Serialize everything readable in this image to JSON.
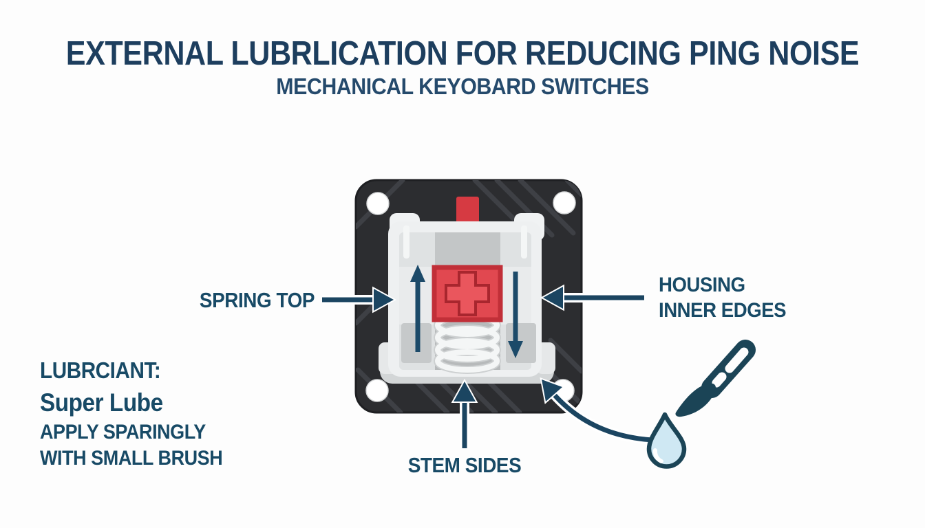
{
  "header": {
    "title": "EXTERNAL LUBRLICATION FOR REDUCING PING NOISE",
    "subtitle": "MECHANICAL KEYOBARD SWITCHES"
  },
  "callouts": {
    "spring_top": "SPRING TOP",
    "housing": {
      "line1": "HOUSING",
      "line2": "INNER EDGES"
    },
    "stem_sides": "STEM SIDES"
  },
  "lubricant_note": {
    "heading": "LUBRCIANT:",
    "product": "Super Lube",
    "instruction_line1": "APPLY SPARINGLY",
    "instruction_line2": "WITH SMALL BRUSH"
  },
  "icons": {
    "switch_illustration": "keyboard-switch-illustration",
    "brush": "lube-brush-icon",
    "droplet": "lube-droplet-icon",
    "inner_up_arrow": "arrow-up-icon",
    "inner_down_arrow": "arrow-down-icon",
    "spring_top_arrow": "arrow-right-icon",
    "housing_arrow": "arrow-left-icon",
    "stem_arrow": "arrow-up-icon",
    "apply_arrow": "curved-arrow-icon"
  },
  "colors": {
    "title_navy": "#1d3e5e",
    "label_navy": "#184a66",
    "arrow_navy": "#1b4561",
    "switch_black": "#2c2d30",
    "housing_gray": "#eef0f1",
    "stem_red": "#e14850",
    "droplet_blue": "#cfe8f3",
    "background": "#fdfdfd"
  }
}
